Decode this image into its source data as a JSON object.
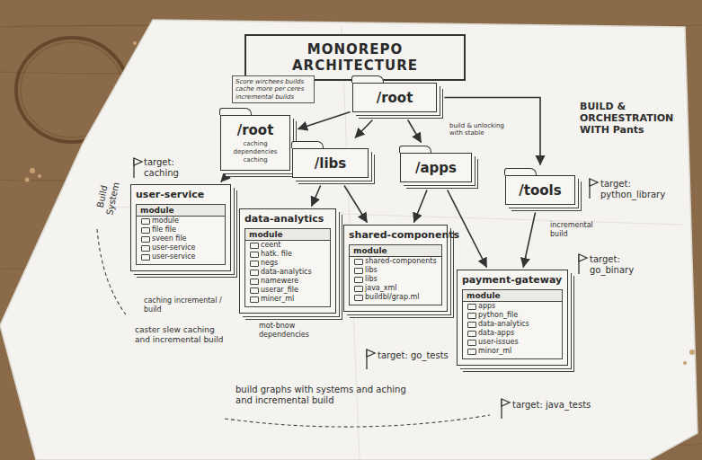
{
  "diagram": {
    "title": "MONOREPO ARCHITECTURE",
    "nodes": [
      {
        "text": [
          "/root"
        ]
      },
      {
        "text": [
          "/root",
          "caching dependencies caching"
        ]
      },
      {
        "text": [
          "/libs"
        ]
      },
      {
        "text": [
          "/apps"
        ]
      },
      {
        "text": [
          "/tools"
        ]
      },
      {
        "text": [
          "user-service",
          "module",
          "module",
          "file file",
          "sveen file",
          "user-service",
          "user-service"
        ]
      },
      {
        "text": [
          "data-analytics",
          "module",
          "ceent",
          "hatk. file",
          "negs",
          "data-analytics",
          "namewere",
          "userar_file",
          "miner_ml"
        ]
      },
      {
        "text": [
          "shared-components",
          "module",
          "shared-components",
          "libs",
          "libs",
          "java_xml",
          "buildbl/grap.ml"
        ]
      },
      {
        "text": [
          "payment-gateway",
          "module",
          "apps",
          "python_file",
          "data-analytics",
          "data-apps",
          "user-issues",
          "minor_ml"
        ]
      }
    ],
    "edges": [
      {
        "from": 0,
        "to": 1,
        "arrow": "to"
      },
      {
        "from": 0,
        "to": 2,
        "arrow": "to"
      },
      {
        "from": 0,
        "to": 3,
        "arrow": "to"
      },
      {
        "from": 0,
        "to": 4,
        "arrow": "to"
      },
      {
        "from": 1,
        "to": 5,
        "arrow": "to"
      },
      {
        "from": 2,
        "to": 6,
        "arrow": "to"
      },
      {
        "from": 2,
        "to": 7,
        "arrow": "to"
      },
      {
        "from": 3,
        "to": 7,
        "arrow": "to"
      },
      {
        "from": 3,
        "to": 8,
        "arrow": "to"
      },
      {
        "from": 4,
        "to": 8,
        "arrow": "to"
      }
    ],
    "labels": [
      "Score wirchees builds cache more per ceres incremental builds",
      "BUILD & ORCHESTRATION WITH Pants",
      "target: python_library",
      "target: caching",
      "Build System",
      "build & unlocking with stable",
      "incremental build",
      "target: go_binary",
      "caching incremental / build",
      "caster slew caching and incremental build",
      "mot-bnow dependencies",
      "target: go_tests",
      "build graphs with systems and aching and incremental build",
      "target: java_tests"
    ]
  }
}
